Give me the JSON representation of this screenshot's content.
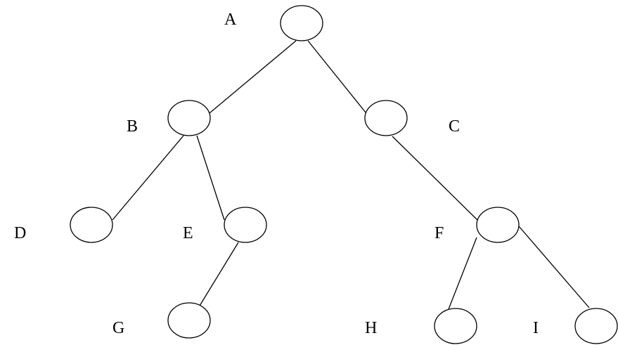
{
  "diagram": {
    "type": "binary-tree",
    "nodes": [
      {
        "id": "A",
        "label": "A"
      },
      {
        "id": "B",
        "label": "B"
      },
      {
        "id": "C",
        "label": "C"
      },
      {
        "id": "D",
        "label": "D"
      },
      {
        "id": "E",
        "label": "E"
      },
      {
        "id": "F",
        "label": "F"
      },
      {
        "id": "G",
        "label": "G"
      },
      {
        "id": "H",
        "label": "H"
      },
      {
        "id": "I",
        "label": "I"
      }
    ],
    "edges": [
      {
        "from": "A",
        "to": "B"
      },
      {
        "from": "A",
        "to": "C"
      },
      {
        "from": "B",
        "to": "D"
      },
      {
        "from": "B",
        "to": "E"
      },
      {
        "from": "E",
        "to": "G"
      },
      {
        "from": "C",
        "to": "F"
      },
      {
        "from": "F",
        "to": "H"
      },
      {
        "from": "F",
        "to": "I"
      }
    ]
  }
}
